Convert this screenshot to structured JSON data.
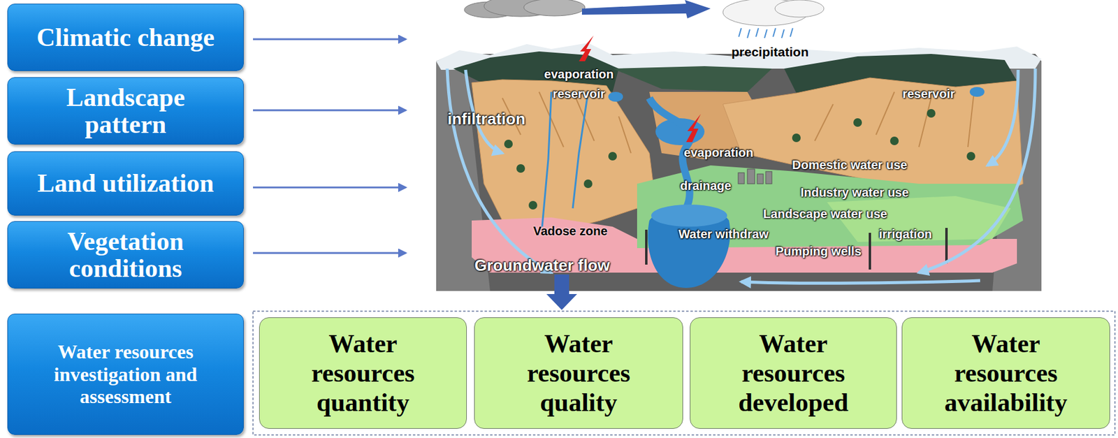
{
  "diagram": {
    "nodes": [
      {
        "text": [
          "Climatic change"
        ]
      },
      {
        "text": [
          "Landscape pattern"
        ]
      },
      {
        "text": [
          "Land utilization"
        ]
      },
      {
        "text": [
          "Vegetation conditions"
        ]
      },
      {
        "text": [
          "Water resources investigation and assessment"
        ]
      },
      {
        "text": [
          "Water resources quantity"
        ]
      },
      {
        "text": [
          "Water resources quality"
        ]
      },
      {
        "text": [
          "Water resources developed"
        ]
      },
      {
        "text": [
          "Water resources availability"
        ]
      }
    ],
    "labels": [
      "precipitation",
      "evaporation",
      "reservoir",
      "reservoir",
      "infiltration",
      "evaporation",
      "Domestic water use",
      "drainage",
      "Industry water use",
      "Landscape water use",
      "Vadose zone",
      "Water withdraw",
      "irrigation",
      "Pumping wells",
      "Groundwater flow"
    ]
  }
}
